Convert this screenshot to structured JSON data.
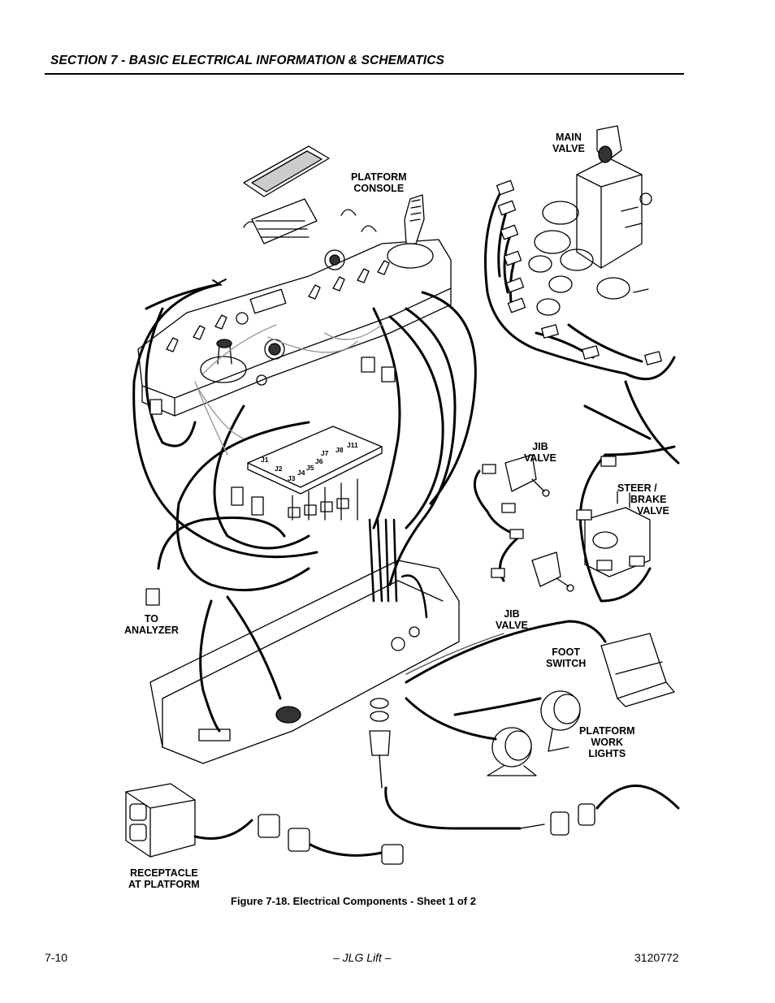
{
  "header": {
    "section_title": "SECTION 7 - BASIC ELECTRICAL INFORMATION & SCHEMATICS"
  },
  "labels": {
    "main_valve": [
      "MAIN",
      "VALVE"
    ],
    "platform_console": [
      "PLATFORM",
      "CONSOLE"
    ],
    "jib_valve_upper": [
      "JIB",
      "VALVE"
    ],
    "steer_brake_valve": [
      "STEER /",
      "BRAKE",
      "VALVE"
    ],
    "jib_valve_lower": [
      "JIB",
      "VALVE"
    ],
    "foot_switch": [
      "FOOT",
      "SWITCH"
    ],
    "platform_work_lights": [
      "PLATFORM",
      "WORK",
      "LIGHTS"
    ],
    "to_analyzer": [
      "TO",
      "ANALYZER"
    ],
    "receptacle": [
      "RECEPTACLE",
      "AT PLATFORM"
    ]
  },
  "connectors": [
    "J1",
    "J2",
    "J3",
    "J4",
    "J5",
    "J6",
    "J7",
    "J8",
    "J11"
  ],
  "caption": "Figure 7-18.  Electrical Components - Sheet 1 of 2",
  "footer": {
    "page_number": "7-10",
    "center": "– JLG Lift –",
    "doc_number": "3120772"
  }
}
